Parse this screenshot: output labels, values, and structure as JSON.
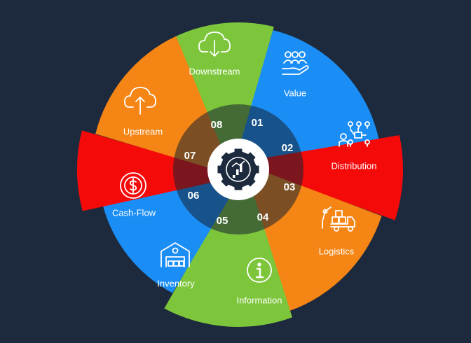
{
  "segments": [
    {
      "number": "01",
      "label": "Value",
      "color": "#1b8ef5",
      "icon": "people-hand-icon"
    },
    {
      "number": "02",
      "label": "Distribution",
      "color": "#f50a0a",
      "icon": "distribution-network-icon"
    },
    {
      "number": "03",
      "label": "Logistics",
      "color": "#f58514",
      "icon": "truck-robot-arm-icon"
    },
    {
      "number": "04",
      "label": "Information",
      "color": "#7dc63c",
      "icon": "info-icon"
    },
    {
      "number": "05",
      "label": "Inventory",
      "color": "#1b8ef5",
      "icon": "warehouse-icon"
    },
    {
      "number": "06",
      "label": "Cash-Flow",
      "color": "#f50a0a",
      "icon": "dollar-cycle-icon"
    },
    {
      "number": "07",
      "label": "Upstream",
      "color": "#f58514",
      "icon": "cloud-upload-icon"
    },
    {
      "number": "08",
      "label": "Downstream",
      "color": "#7dc63c",
      "icon": "cloud-download-icon"
    }
  ],
  "center": {
    "icon": "gear-chart-icon"
  },
  "colors": {
    "background": "#1d2a3d",
    "ring": "rgba(20,30,48,0.55)"
  }
}
